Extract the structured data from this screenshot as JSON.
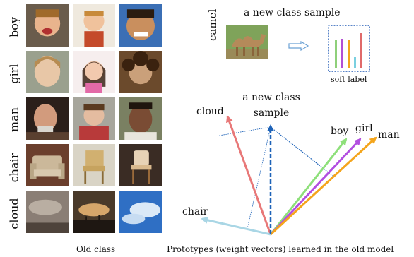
{
  "left_panel": {
    "row_labels": [
      "boy",
      "girl",
      "man",
      "chair",
      "cloud"
    ],
    "caption": "Old class"
  },
  "right_top": {
    "title": "a new class sample",
    "sample_label": "camel",
    "soft_label_caption": "soft label",
    "soft_label_bar_colors": [
      "#8fd07a",
      "#b34fd4",
      "#f3a41a",
      "#7ad0e0",
      "#e06a6a"
    ],
    "soft_label_bar_values": [
      0.8,
      0.82,
      0.8,
      0.3,
      0.98
    ]
  },
  "right_bottom": {
    "new_sample_label_line1": "a new class",
    "new_sample_label_line2": "sample",
    "vector_labels": {
      "cloud": "cloud",
      "boy": "boy",
      "girl": "girl",
      "man": "man",
      "chair": "chair"
    },
    "colors": {
      "cloud": "#e87878",
      "boy": "#8ee07a",
      "girl": "#b24ee0",
      "man": "#f4a51c",
      "chair": "#a9d6e5",
      "sample": "#1e63b8"
    },
    "caption": "Prototypes (weight vectors) learned in the old model"
  }
}
